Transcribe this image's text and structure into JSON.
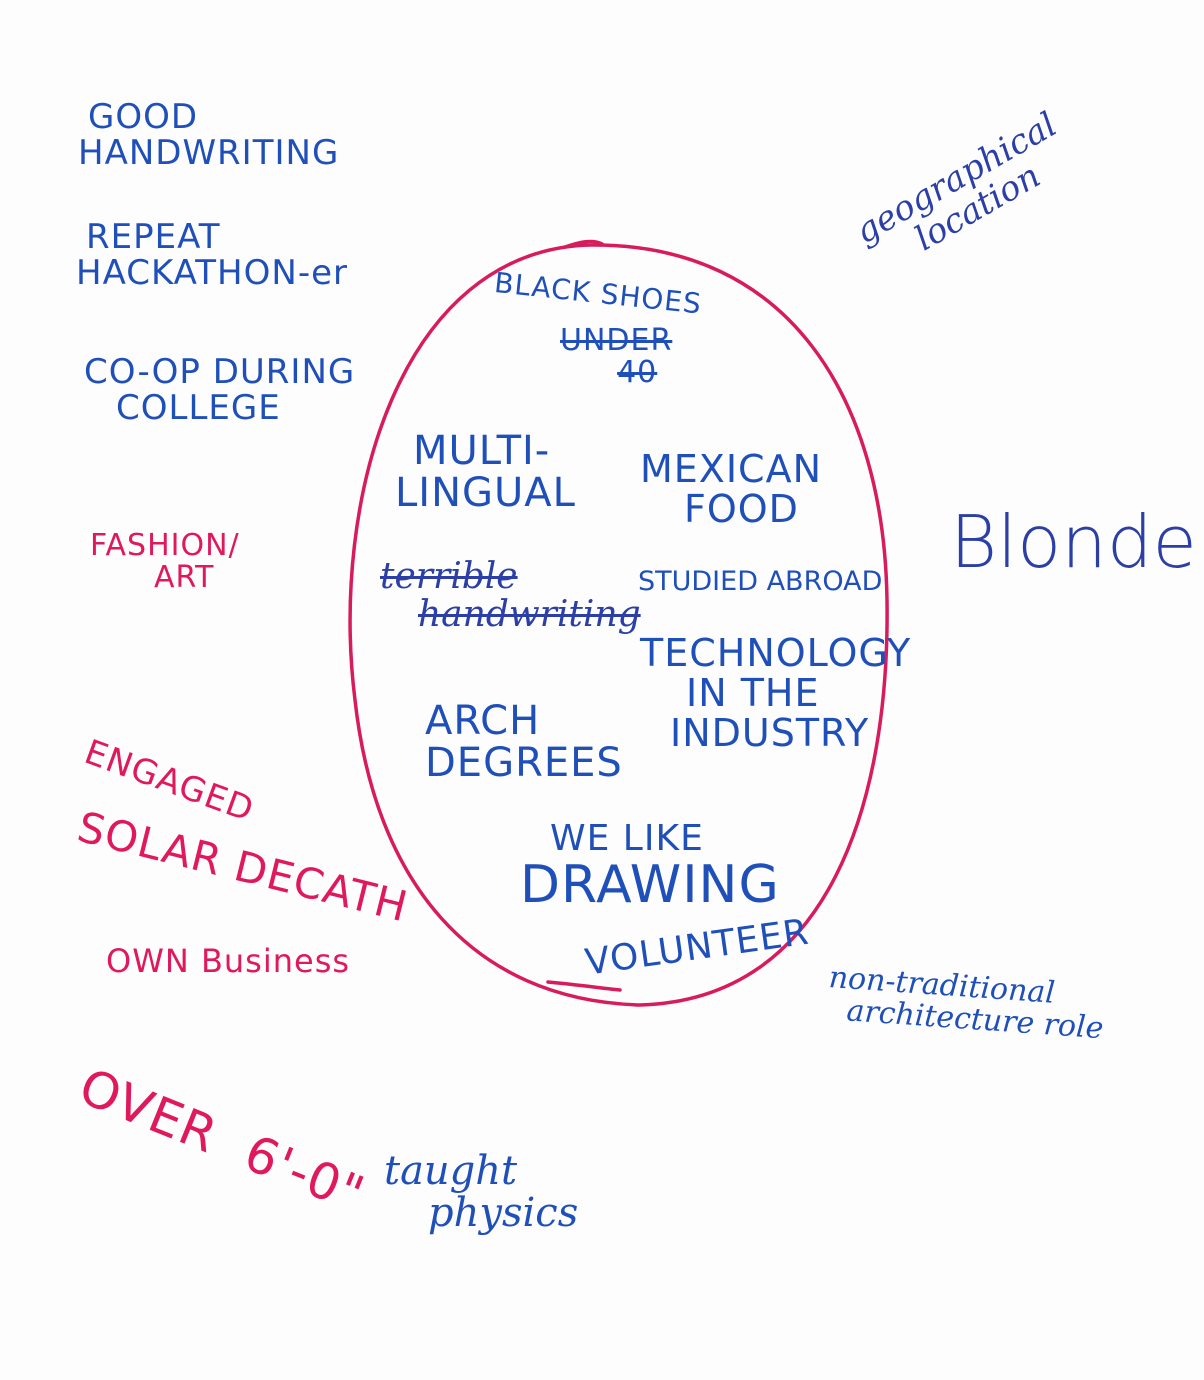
{
  "colors": {
    "blue_marker": "#1f4fb8",
    "navy_marker": "#2b3fa6",
    "pink_marker": "#e0195d",
    "circle_marker": "#d81b5c"
  },
  "outside_left": {
    "good_handwriting": [
      "GOOD",
      "HANDWRITING"
    ],
    "repeat_hackathoner": [
      "REPEAT",
      "HACKATHON-er"
    ],
    "coop_during_college": [
      "CO-OP DURING",
      "COLLEGE"
    ],
    "fashion_art": [
      "FASHION/",
      "ART"
    ],
    "engaged": "ENGAGED",
    "solar_decath": [
      "SOLAR DECATH"
    ],
    "own_business": "OWN Business",
    "over_six": [
      "OVER",
      "6'-0\""
    ]
  },
  "outside_right": {
    "geographical_location": [
      "geographical",
      "location"
    ],
    "blonde": "Blonde",
    "non_traditional": [
      "non-traditional",
      "architecture role"
    ]
  },
  "outside_bottom": {
    "taught_physics": [
      "taught",
      "physics"
    ]
  },
  "inside_oval": {
    "black_shoes": "BLACK SHOES",
    "under_40": [
      "UNDER",
      "40"
    ],
    "multilingual": [
      "MULTI-",
      "LINGUAL"
    ],
    "mexican_food": [
      "MEXICAN",
      "FOOD"
    ],
    "terrible_handwriting": [
      "terrible",
      "handwriting"
    ],
    "studied_abroad": "STUDIED ABROAD",
    "technology_industry": [
      "TECHNOLOGY",
      "IN THE",
      "INDUSTRY"
    ],
    "arch_degrees": [
      "ARCH",
      "DEGREES"
    ],
    "we_like_drawing": [
      "WE LIKE",
      "DRAWING"
    ],
    "volunteer": "VOLUNTEER"
  }
}
